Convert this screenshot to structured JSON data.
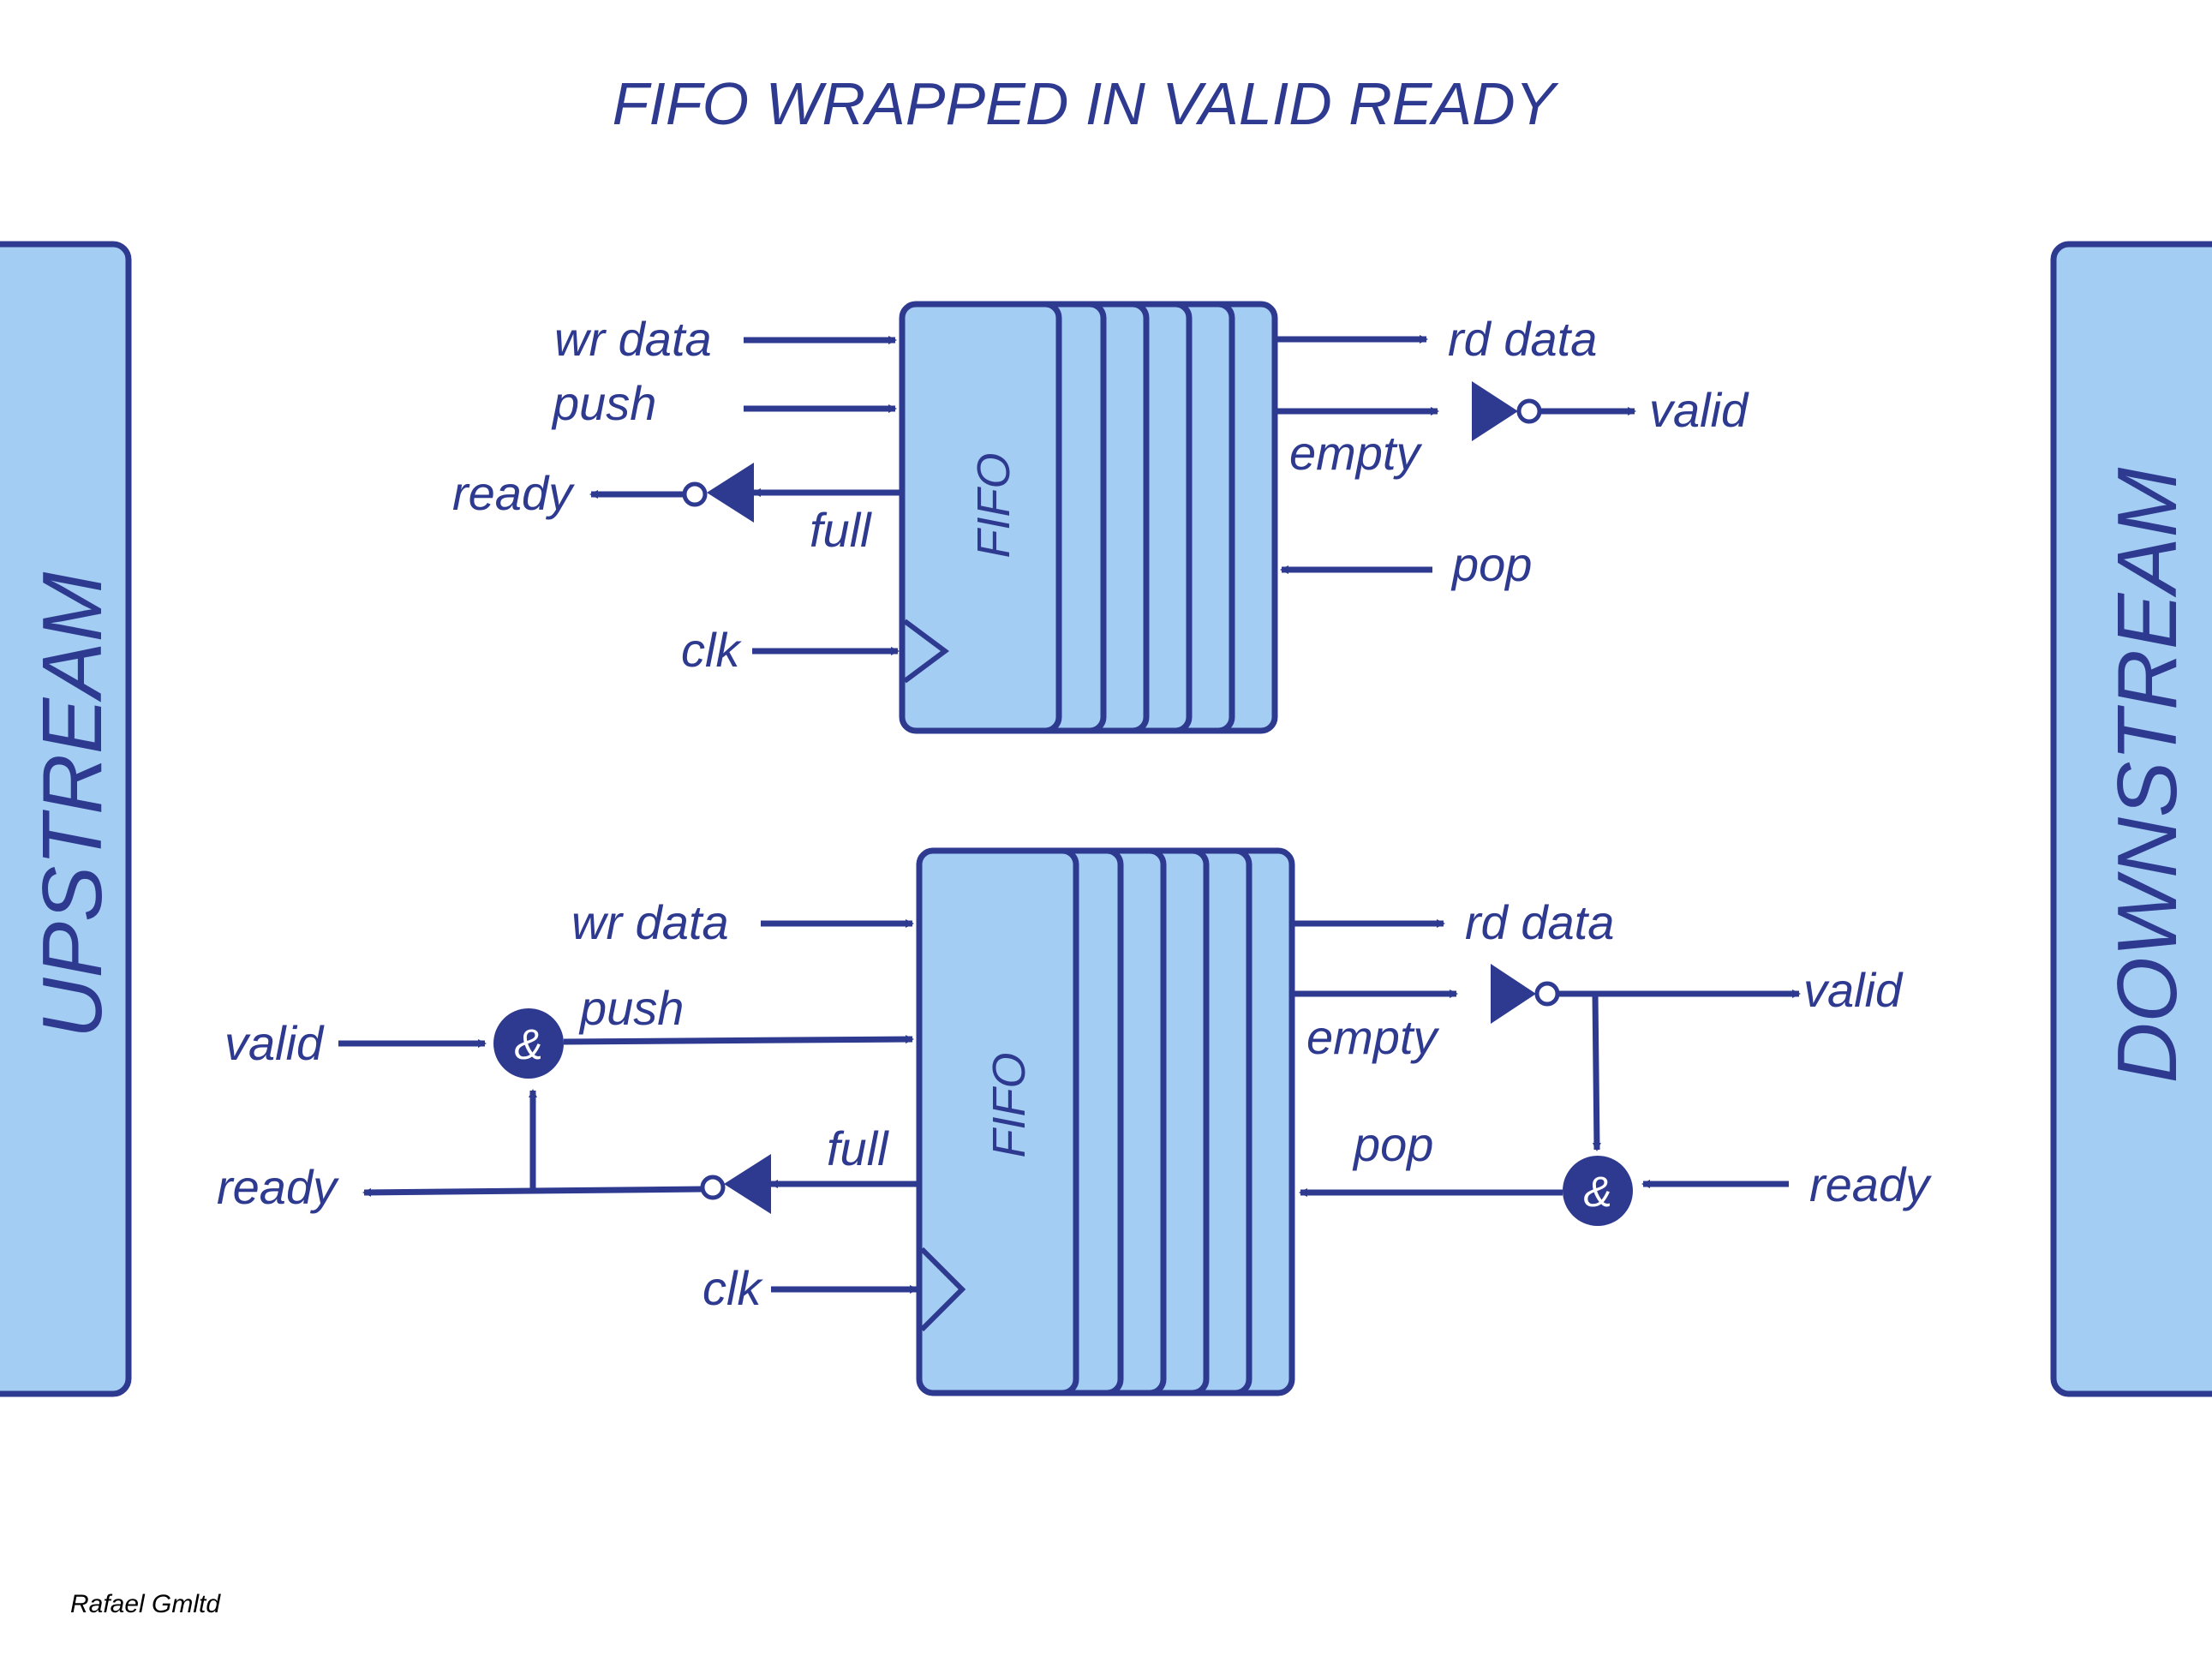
{
  "title": "FIFO WRAPPED IN VALID READY",
  "upstream_label": "UPSTREAM",
  "downstream_label": "DOWNSTREAM",
  "credit": "Rafael Gmltd",
  "colors": {
    "ink": "#2e3a8f",
    "fill": "#a3cdf3",
    "background": "#ffffff"
  },
  "top_fifo": {
    "label": "FIFO",
    "wr_data": "wr data",
    "push": "push",
    "ready": "ready",
    "full": "full",
    "clk": "clk",
    "rd_data": "rd data",
    "valid": "valid",
    "empty": "empty",
    "pop": "pop"
  },
  "bottom_fifo": {
    "label": "FIFO",
    "wr_data": "wr data",
    "valid_in": "valid",
    "push": "push",
    "full": "full",
    "ready_out": "ready",
    "clk": "clk",
    "and_in": "&",
    "rd_data": "rd data",
    "empty": "empty",
    "valid_out": "valid",
    "pop": "pop",
    "ready_in": "ready",
    "and_out": "&"
  }
}
